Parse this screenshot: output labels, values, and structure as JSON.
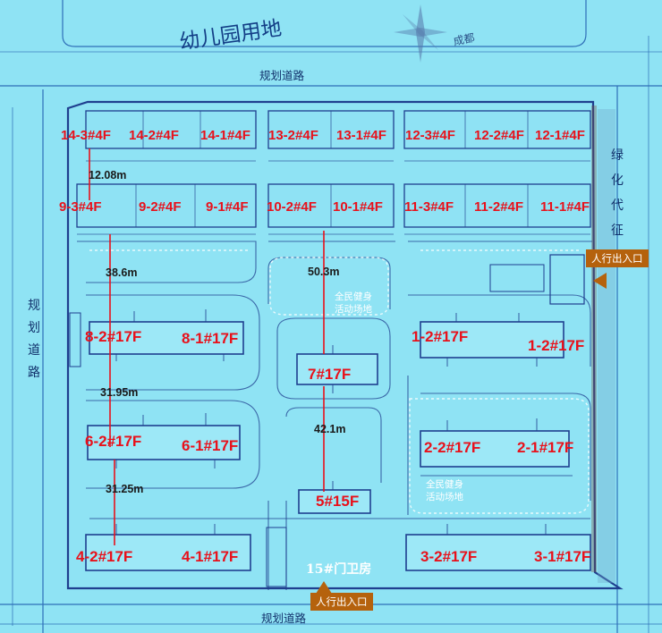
{
  "site": {
    "kindergarten_label": "幼儿园用地",
    "city_label": "成都",
    "road_top": "规划道路",
    "road_bottom": "规划道路",
    "road_left": [
      "规",
      "划",
      "道",
      "路"
    ],
    "green_right": [
      "绿",
      "化",
      "代",
      "征"
    ]
  },
  "buildings": {
    "b14_3": "14-3#4F",
    "b14_2": "14-2#4F",
    "b14_1": "14-1#4F",
    "b13_2": "13-2#4F",
    "b13_1": "13-1#4F",
    "b12_3": "12-3#4F",
    "b12_2": "12-2#4F",
    "b12_1": "12-1#4F",
    "b9_3": "9-3#4F",
    "b9_2": "9-2#4F",
    "b9_1": "9-1#4F",
    "b10_2": "10-2#4F",
    "b10_1": "10-1#4F",
    "b11_3": "11-3#4F",
    "b11_2": "11-2#4F",
    "b11_1": "11-1#4F",
    "b8_2": "8-2#17F",
    "b8_1": "8-1#17F",
    "b7": "7#17F",
    "b1_2": "1-2#17F",
    "b1_2b": "1-2#17F",
    "b6_2": "6-2#17F",
    "b6_1": "6-1#17F",
    "b2_2": "2-2#17F",
    "b2_1": "2-1#17F",
    "b5": "5#15F",
    "b4_2": "4-2#17F",
    "b4_1": "4-1#17F",
    "b3_2": "3-2#17F",
    "b3_1": "3-1#17F",
    "guard": "15#门卫房"
  },
  "distances": {
    "d1": "12.08m",
    "d2": "38.6m",
    "d3": "50.3m",
    "d4": "31.95m",
    "d5": "42.1m",
    "d6": "31.25m"
  },
  "fitness": {
    "f1_line1": "全民健身",
    "f1_line2": "活动场地",
    "f2_line1": "全民健身",
    "f2_line2": "活动场地"
  },
  "entrances": {
    "east": "人行出入口",
    "south": "人行出入口"
  },
  "colors": {
    "background": "#8fe3f4",
    "building_label": "#e8111b",
    "distance_line": "#e8111b",
    "entrance_fill": "#b5620d"
  }
}
